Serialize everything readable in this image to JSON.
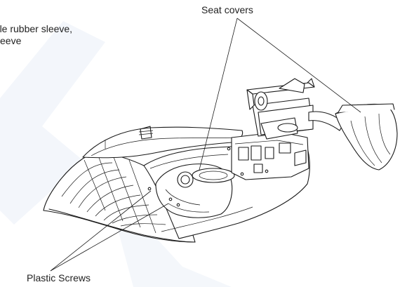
{
  "labels": {
    "seat_covers": "Seat covers",
    "sleeve_line1": "ndle rubber sleeve,",
    "sleeve_line2": "eeve",
    "plastic_screws": "Plastic Screws"
  },
  "colors": {
    "line": "#1a1a1a",
    "text": "#222222",
    "watermark": "#f2f5fb"
  }
}
